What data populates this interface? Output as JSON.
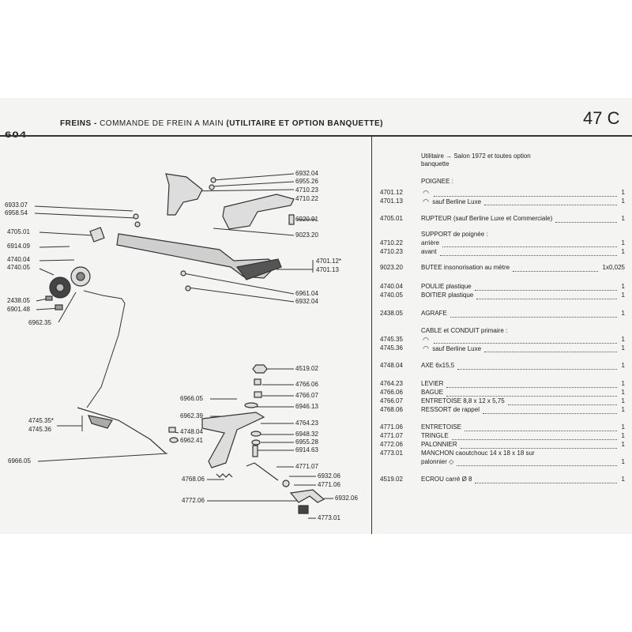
{
  "header": {
    "model": "604",
    "title_main": "FREINS",
    "title_dash": " - ",
    "title_rest": "COMMANDE DE FREIN A MAIN ",
    "title_paren": "(UTILITAIRE ET OPTION  BANQUETTE)",
    "page_number": "47 C"
  },
  "diagram_refs": {
    "r6932_04a": "6932.04",
    "r6955_26": "6955.26",
    "r4710_23": "4710.23",
    "r4710_22": "4710.22",
    "r6933_07": "6933.07",
    "r6958_54": "6958.54",
    "r6920_91": "6920.91",
    "r4705_01": "4705.01",
    "r9023_20": "9023.20",
    "r6914_09": "6914.09",
    "r4740_04": "4740.04",
    "r4740_05": "4740.05",
    "r4701_12": "4701.12*",
    "r4701_13": "4701.13",
    "r6961_04": "6961.04",
    "r6932_04b": "6932.04",
    "r2438_05": "2438.05",
    "r6901_48": "6901.48",
    "r6962_35": "6962.35",
    "r4519_02": "4519.02",
    "r4766_06": "4766.06",
    "r6966_05a": "6966.05",
    "r4766_07": "4766.07",
    "r6946_13": "6946.13",
    "r6962_39": "6962.39",
    "r4745_35": "4745.35*",
    "r4745_36": "4745.36",
    "r4764_23": "4764.23",
    "r4748_04": "4748.04",
    "r6948_32": "6948.32",
    "r6962_41": "6962.41",
    "r6955_28": "6955.28",
    "r6914_63": "6914.63",
    "r6966_05b": "6966.05",
    "r4771_07": "4771.07",
    "r6932_06a": "6932.06",
    "r4768_06": "4768.06",
    "r4771_06": "4771.06",
    "r4772_06": "4772.06",
    "r6932_06b": "6932.06",
    "r4773_01": "4773.01"
  },
  "parts_list": {
    "note_line1": "Utilitaire → Salon 1972 et toutes option",
    "note_line2": "banquette",
    "rows": [
      {
        "code": "",
        "desc": "POIGNEE :",
        "qty": ""
      },
      {
        "code": "4701.12",
        "glyph": "◠",
        "desc": "",
        "qty": "1"
      },
      {
        "code": "4701.13",
        "glyph": "◠",
        "desc": "sauf Berline Luxe",
        "qty": "1"
      },
      {
        "code": "4705.01",
        "desc": "RUPTEUR (sauf Berline Luxe et Commerciale)",
        "qty": "1"
      },
      {
        "code": "",
        "desc": "SUPPORT de poignée :",
        "qty": ""
      },
      {
        "code": "4710.22",
        "desc": "arrière",
        "qty": "1"
      },
      {
        "code": "4710.23",
        "desc": "avant",
        "qty": "1"
      },
      {
        "code": "9023.20",
        "desc": "BUTEE insonorisation au mètre",
        "qty": "1x0,025"
      },
      {
        "code": "4740.04",
        "desc": "POULIE plastique",
        "qty": "1"
      },
      {
        "code": "4740.05",
        "desc": "BOITIER plastique",
        "qty": "1"
      },
      {
        "code": "2438.05",
        "desc": "AGRAFE",
        "qty": "1"
      },
      {
        "code": "",
        "desc": "CABLE et CONDUIT primaire :",
        "qty": ""
      },
      {
        "code": "4745.35",
        "glyph": "◠",
        "desc": "",
        "qty": "1"
      },
      {
        "code": "4745.36",
        "glyph": "◠",
        "desc": "sauf Berline Luxe",
        "qty": "1"
      },
      {
        "code": "4748.04",
        "desc": "AXE 6x15,5",
        "qty": "1"
      },
      {
        "code": "4764.23",
        "desc": "LEVIER",
        "qty": "1"
      },
      {
        "code": "4766.06",
        "desc": "BAGUE",
        "qty": "1"
      },
      {
        "code": "4766.07",
        "desc": "ENTRETOISE 8,8 x 12 x 5,75",
        "qty": "1"
      },
      {
        "code": "4768.06",
        "desc": "RESSORT de rappel",
        "qty": "1"
      },
      {
        "code": "4771.06",
        "desc": "ENTRETOISE",
        "qty": "1"
      },
      {
        "code": "4771.07",
        "desc": "TRINGLE",
        "qty": "1"
      },
      {
        "code": "4772.06",
        "desc": "PALONNIER",
        "qty": "1"
      },
      {
        "code": "4773.01",
        "desc": "MANCHON caoutchouc 14 x 18 x 18 sur",
        "qty": ""
      },
      {
        "code": "",
        "desc": "palonnier ◇",
        "qty": "1"
      },
      {
        "code": "4519.02",
        "desc": "ECROU carré Ø 8",
        "qty": "1"
      }
    ]
  }
}
